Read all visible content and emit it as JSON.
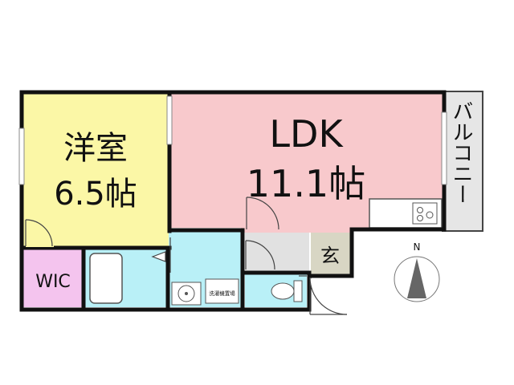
{
  "rooms": {
    "western_room": {
      "name": "洋室",
      "size": "6.5帖",
      "color": "#fbf7a6"
    },
    "ldk": {
      "name": "LDK",
      "size": "11.1帖",
      "color": "#f8c9cc"
    },
    "wic": {
      "name": "WIC",
      "color": "#f4c4ee"
    },
    "balcony": {
      "name": "バルコニー",
      "color": "#e6e6e6"
    },
    "entrance": {
      "name": "玄",
      "color": "#d8d6c4"
    },
    "wet_area_color": "#b9f0f7",
    "laundry_label": "洗濯機置場"
  },
  "compass": {
    "label": "N"
  }
}
